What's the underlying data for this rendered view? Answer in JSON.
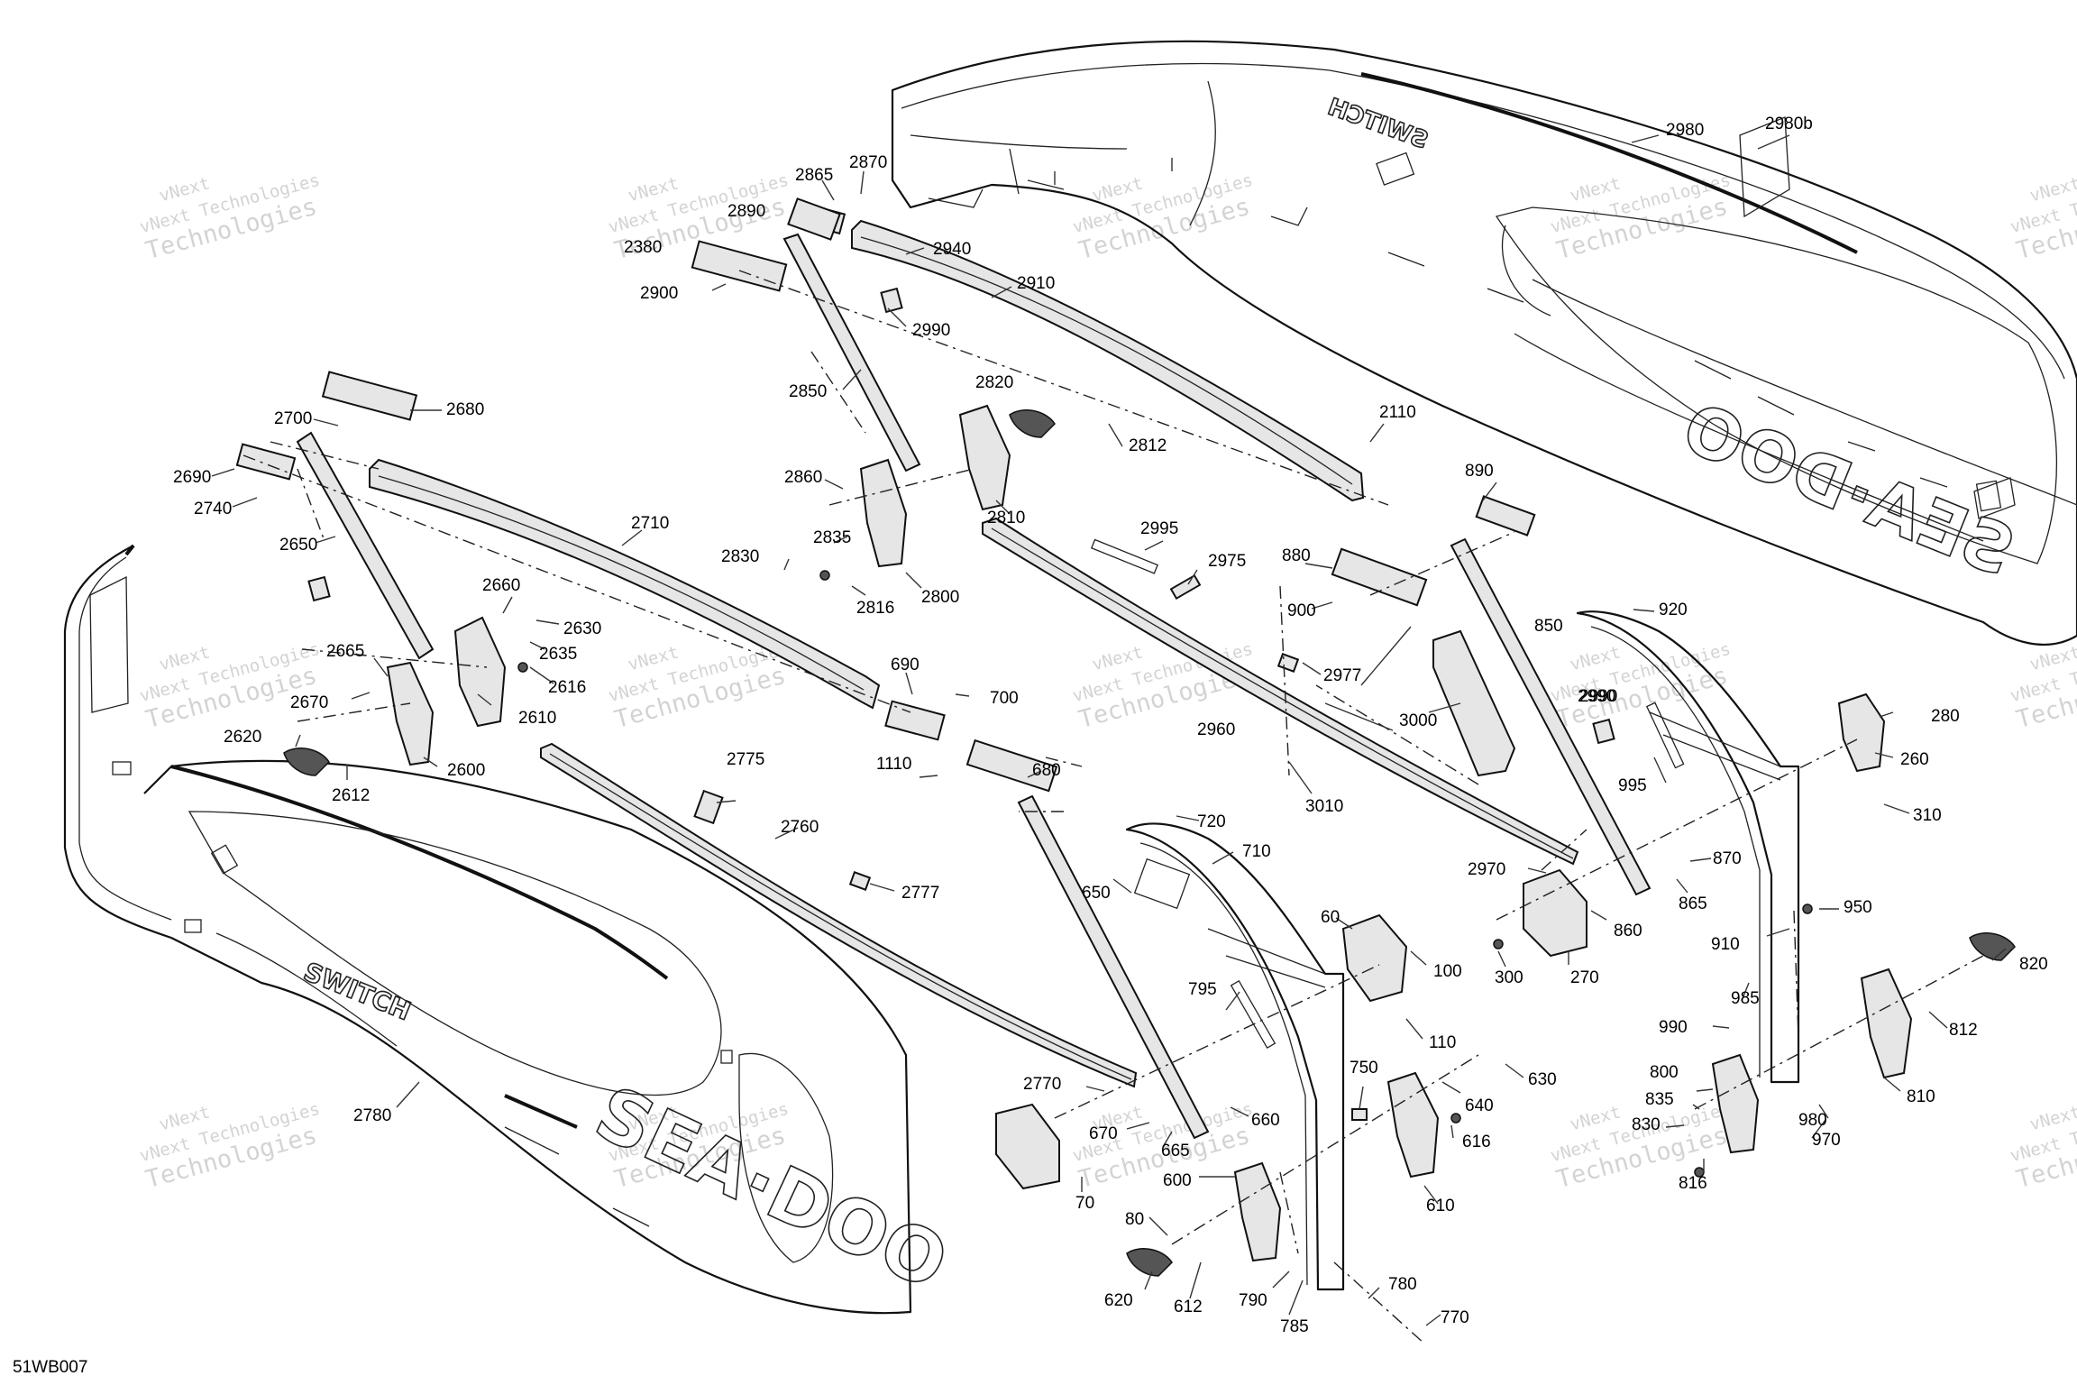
{
  "figure_code": "51WB007",
  "watermark": {
    "line1": "vNext Technologies",
    "line2": "Technologies",
    "line3": "vNext"
  },
  "branding": {
    "logo_left": "SEA·DOO",
    "logo_right": "SEA·DOO",
    "model_left": "SWITCH",
    "model_right": "SWITCH"
  },
  "callouts": [
    "2980",
    "2980b",
    "2865",
    "2870",
    "2890",
    "2380",
    "2940",
    "2900",
    "2910",
    "2990",
    "2850",
    "2820",
    "2812",
    "2110",
    "2680",
    "2700",
    "2690",
    "2740",
    "2650",
    "2710",
    "2860",
    "2810",
    "2835",
    "2830",
    "2816",
    "2800",
    "890",
    "2995",
    "2975",
    "880",
    "900",
    "920",
    "2990",
    "2660",
    "2630",
    "2635",
    "2616",
    "2665",
    "2670",
    "2610",
    "2620",
    "2600",
    "2612",
    "690",
    "700",
    "2977",
    "850",
    "3000",
    "2960",
    "2990",
    "1110",
    "680",
    "3010",
    "995",
    "260",
    "280",
    "310",
    "2775",
    "2760",
    "2777",
    "720",
    "710",
    "650",
    "2970",
    "870",
    "865",
    "860",
    "950",
    "910",
    "60",
    "100",
    "300",
    "270",
    "110",
    "795",
    "820",
    "985",
    "990",
    "812",
    "2770",
    "660",
    "750",
    "630",
    "640",
    "616",
    "800",
    "835",
    "830",
    "810",
    "980",
    "970",
    "816",
    "2780",
    "670",
    "665",
    "600",
    "610",
    "80",
    "620",
    "612",
    "790",
    "785",
    "780",
    "770",
    "70"
  ]
}
